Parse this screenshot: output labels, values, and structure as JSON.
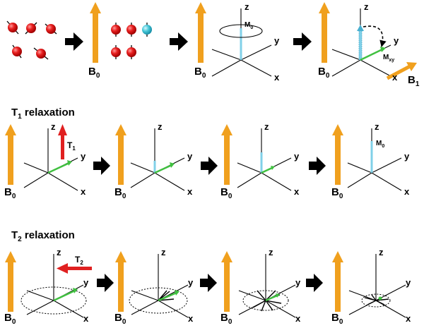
{
  "sections": {
    "t1_title": {
      "main": "T",
      "sub": "1",
      "rest": " relaxation"
    },
    "t2_title": {
      "main": "T",
      "sub": "2",
      "rest": " relaxation"
    }
  },
  "labels": {
    "b0": {
      "main": "B",
      "sub": "0"
    },
    "b1": {
      "main": "B",
      "sub": "1"
    },
    "t1": {
      "main": "T",
      "sub": "1"
    },
    "t2": {
      "main": "T",
      "sub": "2"
    },
    "m0": {
      "main": "M",
      "sub": "0"
    },
    "mxy": {
      "main": "M",
      "sub": "xy"
    },
    "axis_x": "x",
    "axis_y": "y",
    "axis_z": "z"
  },
  "colors": {
    "b0_field": "#f0a01e",
    "spin": "#e01818",
    "spin_flipped": "#48c8d8",
    "magnetization_z": "#80d0e8",
    "magnetization_xy": "#40c040",
    "relax_arrow": "#e02020",
    "axes": "#000000"
  }
}
